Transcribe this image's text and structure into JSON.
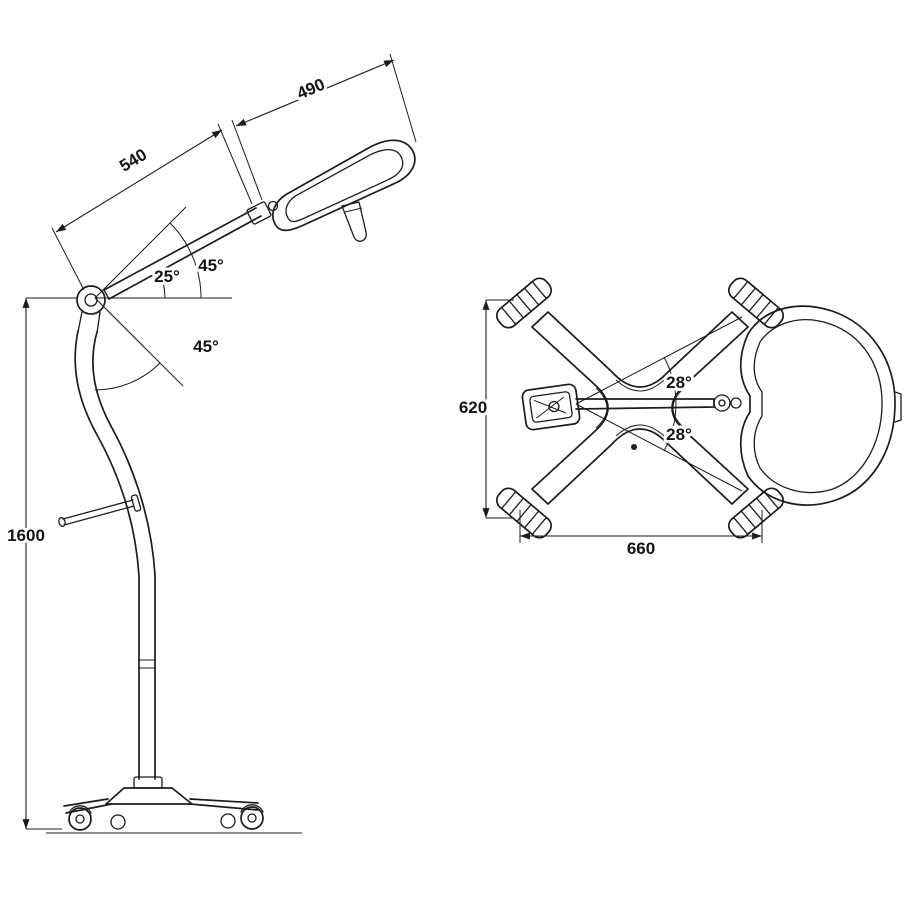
{
  "drawing": {
    "description": "Technical dimension drawing of a mobile examination lamp: side view and base top view",
    "colors": {
      "line": "#1c1c1c",
      "background": "#ffffff"
    }
  },
  "dims": {
    "arm_length": "540",
    "head_length": "490",
    "head_tilt": "25°",
    "upper_swing": "45°",
    "lower_swing": "45°",
    "stand_height": "1600",
    "base_depth": "620",
    "base_width": "660",
    "swivel_upper": "28°",
    "swivel_lower": "28°"
  }
}
